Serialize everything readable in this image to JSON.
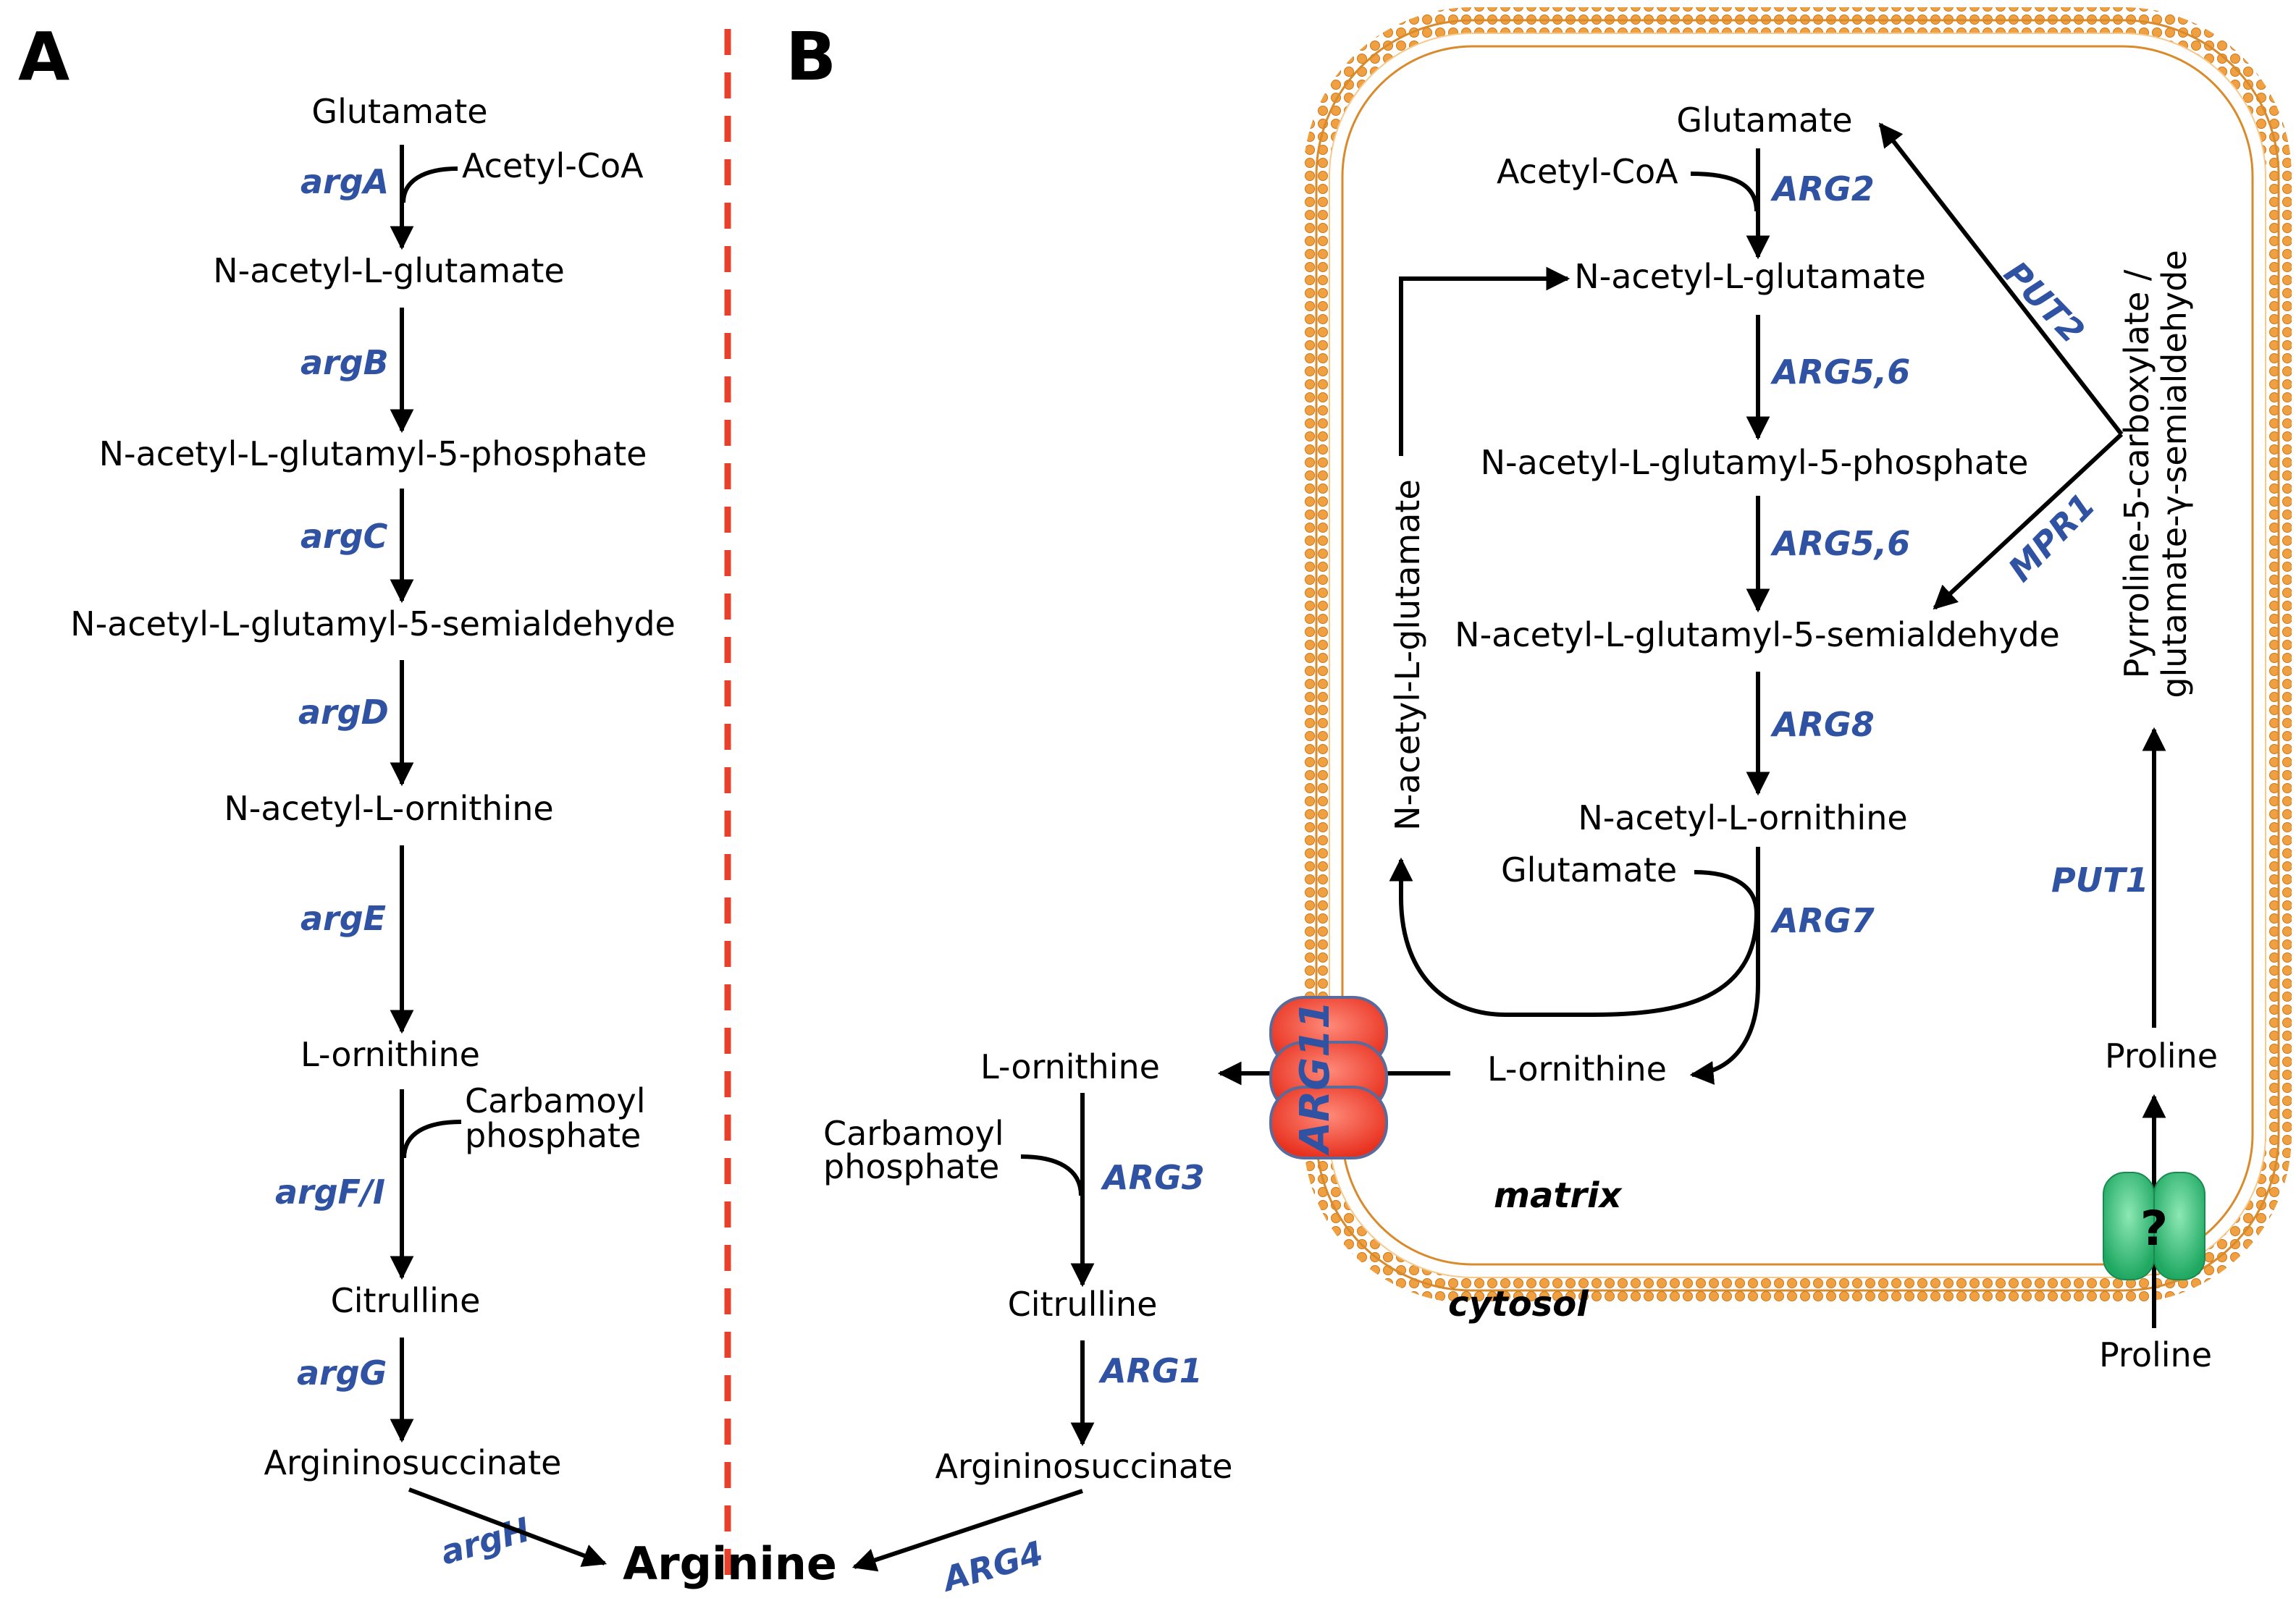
{
  "panels": {
    "a": "A",
    "b": "B"
  },
  "panel_a": {
    "metabolites": [
      "Glutamate",
      "N-acetyl-L-glutamate",
      "N-acetyl-L-glutamyl-5-phosphate",
      "N-acetyl-L-glutamyl-5-semialdehyde",
      "N-acetyl-L-ornithine",
      "L-ornithine",
      "Citrulline",
      "Argininosuccinate"
    ],
    "cosubstrates": {
      "acetyl_coa": "Acetyl-CoA",
      "carbamoyl_line1": "Carbamoyl",
      "carbamoyl_line2": "phosphate"
    },
    "enzymes": [
      "argA",
      "argB",
      "argC",
      "argD",
      "argE",
      "argF/I",
      "argG",
      "argH"
    ]
  },
  "product": "Arginine",
  "panel_b": {
    "mito": {
      "metabolites": [
        "Glutamate",
        "N-acetyl-L-glutamate",
        "N-acetyl-L-glutamyl-5-phosphate",
        "N-acetyl-L-glutamyl-5-semialdehyde",
        "N-acetyl-L-ornithine",
        "L-ornithine"
      ],
      "acetyl_coa": "Acetyl-CoA",
      "glutamate_2": "Glutamate",
      "recycle_label": "N-acetyl-L-glutamate",
      "enzymes": [
        "ARG2",
        "ARG5,6",
        "ARG5,6",
        "ARG8",
        "ARG7"
      ],
      "p5c_line1": "Pyrroline-5-carboxylate /",
      "p5c_line2": "glutamate-γ-semialdehyde",
      "put1": "PUT1",
      "put2": "PUT2",
      "mpr1": "MPR1",
      "proline_in": "Proline"
    },
    "cytosol": {
      "metabolites": [
        "L-ornithine",
        "Citrulline",
        "Argininosuccinate"
      ],
      "carbamoyl_line1": "Carbamoyl",
      "carbamoyl_line2": "phosphate",
      "enzymes": [
        "ARG3",
        "ARG1",
        "ARG4"
      ],
      "proline_out": "Proline"
    },
    "transporters": {
      "arg11": "ARG11",
      "unknown": "?"
    },
    "compartments": {
      "matrix": "matrix",
      "cytosol": "cytosol"
    }
  },
  "colors": {
    "enzyme_text": "#2f52a3",
    "membrane": "#f0a040",
    "divider": "#e8402a",
    "arg11_fill": "#ef3b2c",
    "unknown_transporter_fill": "#2bb673"
  }
}
